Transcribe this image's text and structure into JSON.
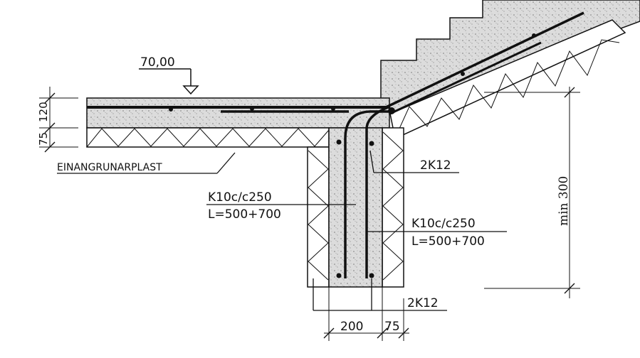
{
  "drawing": {
    "elevation_mark": "70,00",
    "slab_thickness_top": "120",
    "slab_thickness_insulation": "75",
    "insulation_label": "EINANGRUNARPLAST",
    "rebar_top_right": "2K12",
    "rebar_bottom_right": "2K12",
    "stirrup_left_line1": "K10c/c250",
    "stirrup_left_line2": "L=500+700",
    "stirrup_right_line1": "K10c/c250",
    "stirrup_right_line2": "L=500+700",
    "dim_min_depth": "min 300",
    "dim_wall_width": "200",
    "dim_insulation_width": "75"
  },
  "colors": {
    "ink": "#111111",
    "concrete_fill": "#d9d9d9",
    "paper": "#ffffff"
  }
}
